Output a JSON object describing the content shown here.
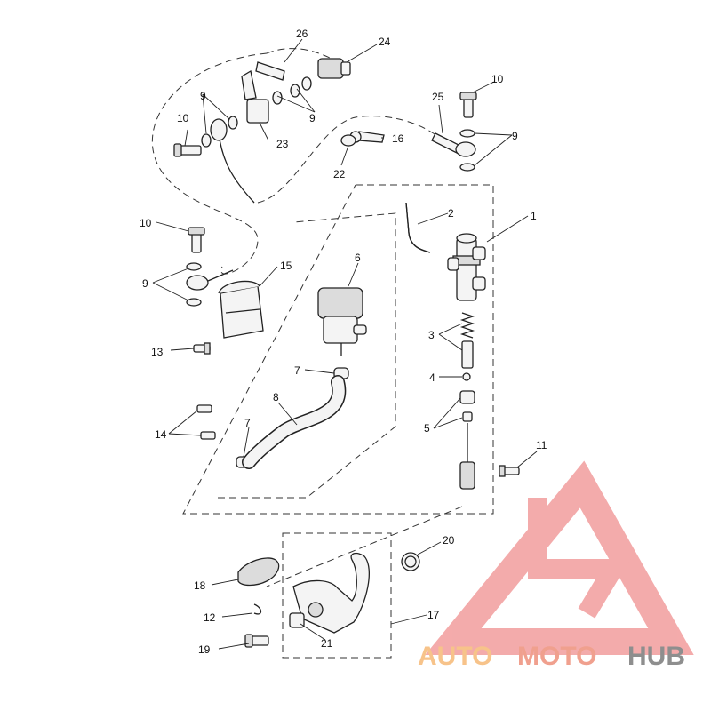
{
  "diagram": {
    "callouts": [
      {
        "id": "c1",
        "text": "1"
      },
      {
        "id": "c2",
        "text": "2"
      },
      {
        "id": "c3",
        "text": "3"
      },
      {
        "id": "c4",
        "text": "4"
      },
      {
        "id": "c5",
        "text": "5"
      },
      {
        "id": "c6",
        "text": "6"
      },
      {
        "id": "c7a",
        "text": "7"
      },
      {
        "id": "c7b",
        "text": "7"
      },
      {
        "id": "c8",
        "text": "8"
      },
      {
        "id": "c9a",
        "text": "9"
      },
      {
        "id": "c9b",
        "text": "9"
      },
      {
        "id": "c9c",
        "text": "9"
      },
      {
        "id": "c9d",
        "text": "9"
      },
      {
        "id": "c10a",
        "text": "10"
      },
      {
        "id": "c10b",
        "text": "10"
      },
      {
        "id": "c10c",
        "text": "10"
      },
      {
        "id": "c11",
        "text": "11"
      },
      {
        "id": "c12",
        "text": "12"
      },
      {
        "id": "c13",
        "text": "13"
      },
      {
        "id": "c14",
        "text": "14"
      },
      {
        "id": "c15",
        "text": "15"
      },
      {
        "id": "c16",
        "text": "16"
      },
      {
        "id": "c17",
        "text": "17"
      },
      {
        "id": "c18",
        "text": "18"
      },
      {
        "id": "c19",
        "text": "19"
      },
      {
        "id": "c20",
        "text": "20"
      },
      {
        "id": "c21",
        "text": "21"
      },
      {
        "id": "c22",
        "text": "22"
      },
      {
        "id": "c23",
        "text": "23"
      },
      {
        "id": "c24",
        "text": "24"
      },
      {
        "id": "c25",
        "text": "25"
      },
      {
        "id": "c26",
        "text": "26"
      }
    ]
  },
  "watermark": {
    "part1": "AUTO",
    "part2": "MOTO",
    "part3": "HUB",
    "colors": {
      "auto": "#f7c38a",
      "moto": "#f0a08e",
      "hub": "#8e8e8e",
      "logo": "#f08f8f"
    }
  }
}
